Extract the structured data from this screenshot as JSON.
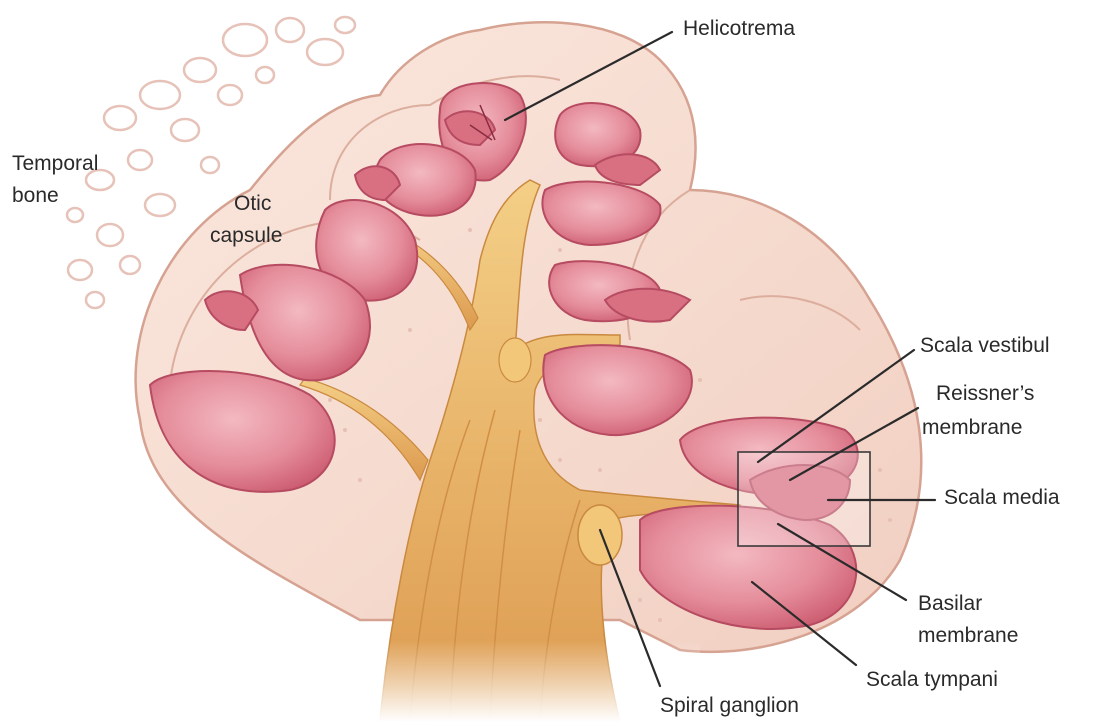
{
  "colors": {
    "background": "#ffffff",
    "otic_capsule": "#f6dcd1",
    "otic_capsule_edge": "#d9a797",
    "chamber_fill": "#e89aa6",
    "chamber_dark": "#c95a6e",
    "chamber_light": "#f4c3c8",
    "nerve": "#e2a75a",
    "nerve_light": "#f2cb82",
    "bone_dots": "#e3b8ad",
    "label_text": "#2a2a2a",
    "leader_line": "#2b2b2b",
    "highlight_box": "#3a3a3a"
  },
  "labels": {
    "helicotrema": "Helicotrema",
    "temporal_bone_line1": "Temporal",
    "temporal_bone_line2": "bone",
    "otic_capsule_line1": "Otic",
    "otic_capsule_line2": "capsule",
    "scala_vestibul": "Scala vestibul",
    "reissners_line1": "Reissner’s",
    "reissners_line2": "membrane",
    "scala_media": "Scala media",
    "basilar_line1": "Basilar",
    "basilar_line2": "membrane",
    "scala_tympani": "Scala tympani",
    "spiral_ganglion": "Spiral ganglion"
  }
}
